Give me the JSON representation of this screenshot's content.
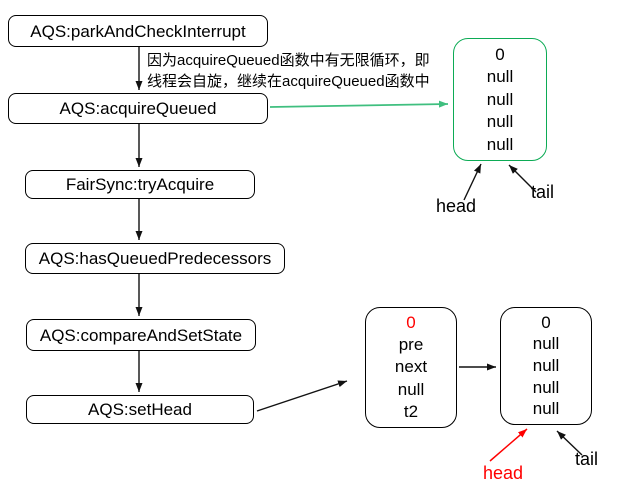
{
  "diagram": {
    "flow_boxes": [
      {
        "label": "AQS:parkAndCheckInterrupt"
      },
      {
        "label": "AQS:acquireQueued"
      },
      {
        "label": "FairSync:tryAcquire"
      },
      {
        "label": "AQS:hasQueuedPredecessors"
      },
      {
        "label": "AQS:compareAndSetState"
      },
      {
        "label": "AQS:setHead"
      }
    ],
    "annotation": {
      "line1": "因为acquireQueued函数中有无限循环，即",
      "line2": "线程会自旋，继续在acquireQueued函数中"
    },
    "spin_queue_node": {
      "values": [
        "0",
        "null",
        "null",
        "null",
        "null"
      ],
      "head_label": "head",
      "tail_label": "tail"
    },
    "t2_node": {
      "values": [
        "0",
        "pre",
        "next",
        "null",
        "t2"
      ]
    },
    "new_head_node": {
      "values": [
        "0",
        "null",
        "null",
        "null",
        "null"
      ],
      "head_label": "head",
      "tail_label": "tail"
    },
    "colors": {
      "node_border_green": "#0cab55",
      "arrow_green": "#3fbf7f",
      "highlight_red": "#ff0000",
      "line_black": "#111111"
    }
  }
}
